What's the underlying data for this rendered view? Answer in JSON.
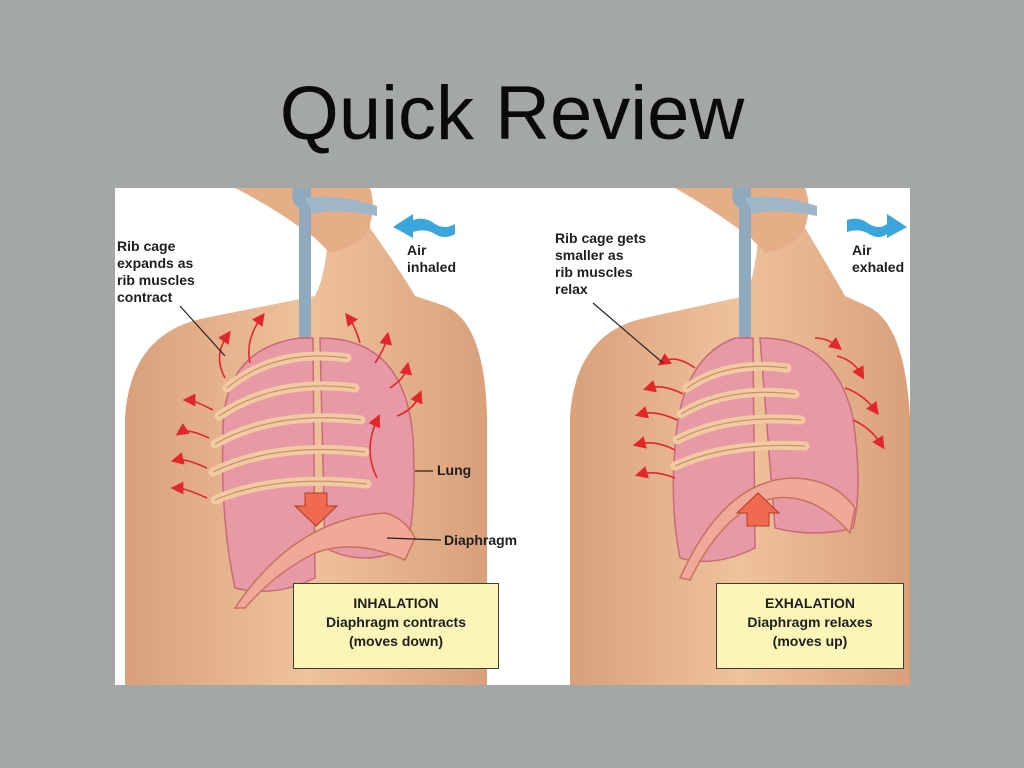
{
  "slide": {
    "title": "Quick Review"
  },
  "inhalation": {
    "rib_label": [
      "Rib cage",
      "expands as",
      "rib muscles",
      "contract"
    ],
    "air_label": [
      "Air",
      "inhaled"
    ],
    "lung_label": "Lung",
    "diaphragm_label": "Diaphragm",
    "caption": [
      "INHALATION",
      "Diaphragm contracts",
      "(moves down)"
    ]
  },
  "exhalation": {
    "rib_label": [
      "Rib cage gets",
      "smaller as",
      "rib muscles",
      "relax"
    ],
    "air_label": [
      "Air",
      "exhaled"
    ],
    "caption": [
      "EXHALATION",
      "Diaphragm relaxes",
      "(moves up)"
    ]
  },
  "colors": {
    "background": "#a3a7a6",
    "skin": "#e8b48c",
    "lung": "#e79aa5",
    "arrow_red": "#e2262b",
    "air_arrow_blue": "#3aa6dc",
    "caption_fill": "#fbf6b8"
  }
}
